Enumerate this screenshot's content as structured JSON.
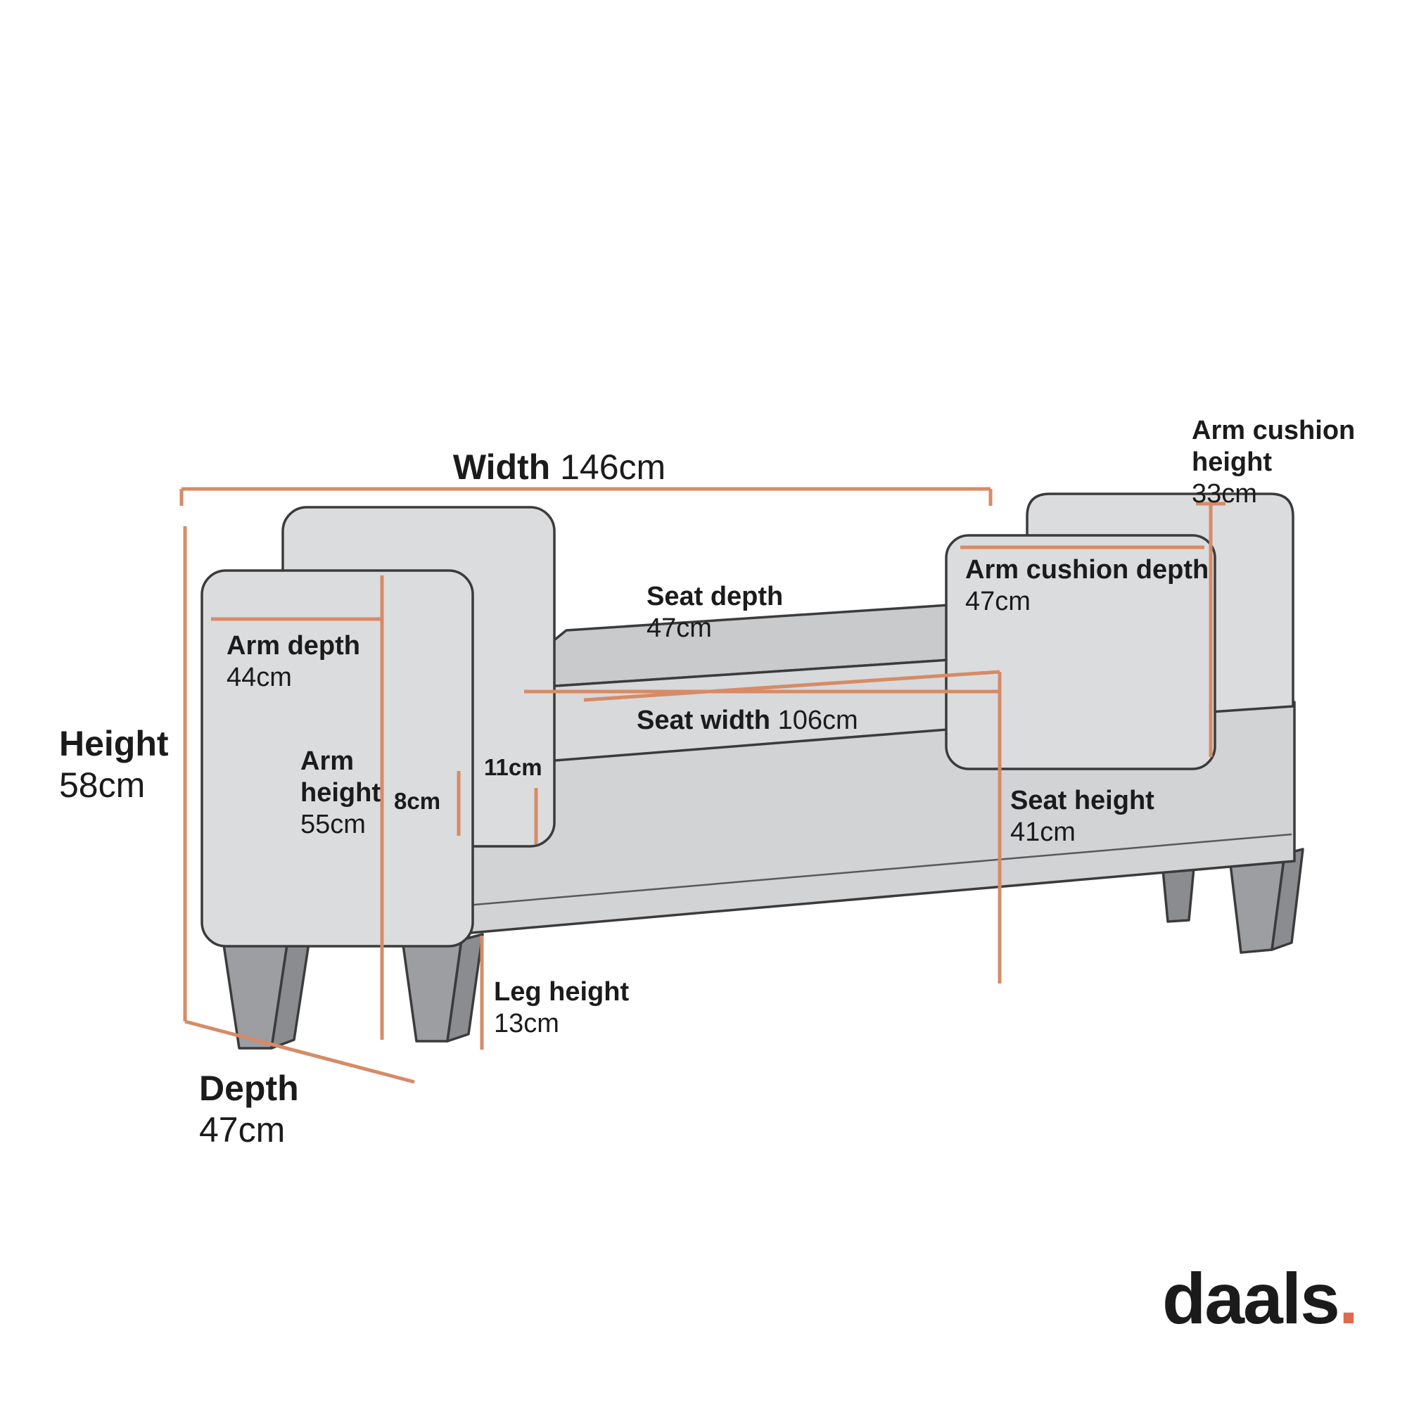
{
  "colors": {
    "dimension_line": "#D68B66",
    "outline": "#3B3B3C",
    "fill_light": "#DBDCDE",
    "fill_light2": "#D8D9DB",
    "fill_base": "#D2D3D5",
    "fill_mid": "#C8CACC",
    "leg": "#9C9EA1",
    "leg_side": "#8A8C8F",
    "text": "#1B1B1B",
    "logo_dot": "#DF6A4F"
  },
  "labels": {
    "width": {
      "name": "Width",
      "value": "146cm"
    },
    "height": {
      "name": "Height",
      "value": "58cm"
    },
    "depth": {
      "name": "Depth",
      "value": "47cm"
    },
    "arm_depth": {
      "name": "Arm depth",
      "value": "44cm"
    },
    "arm_height": {
      "name": "Arm height",
      "value": "55cm"
    },
    "gap_8": {
      "value": "8cm"
    },
    "cushion_11": {
      "value": "11cm"
    },
    "seat_depth": {
      "name": "Seat depth",
      "value": "47cm"
    },
    "seat_width": {
      "name": "Seat width",
      "value": "106cm"
    },
    "arm_cushion_height": {
      "name": "Arm cushion height",
      "value": "33cm"
    },
    "arm_cushion_depth": {
      "name": "Arm cushion depth",
      "value": "47cm"
    },
    "seat_height": {
      "name": "Seat height",
      "value": "41cm"
    },
    "leg_height": {
      "name": "Leg height",
      "value": "13cm"
    }
  },
  "logo": {
    "text": "daals",
    "dot": "."
  }
}
